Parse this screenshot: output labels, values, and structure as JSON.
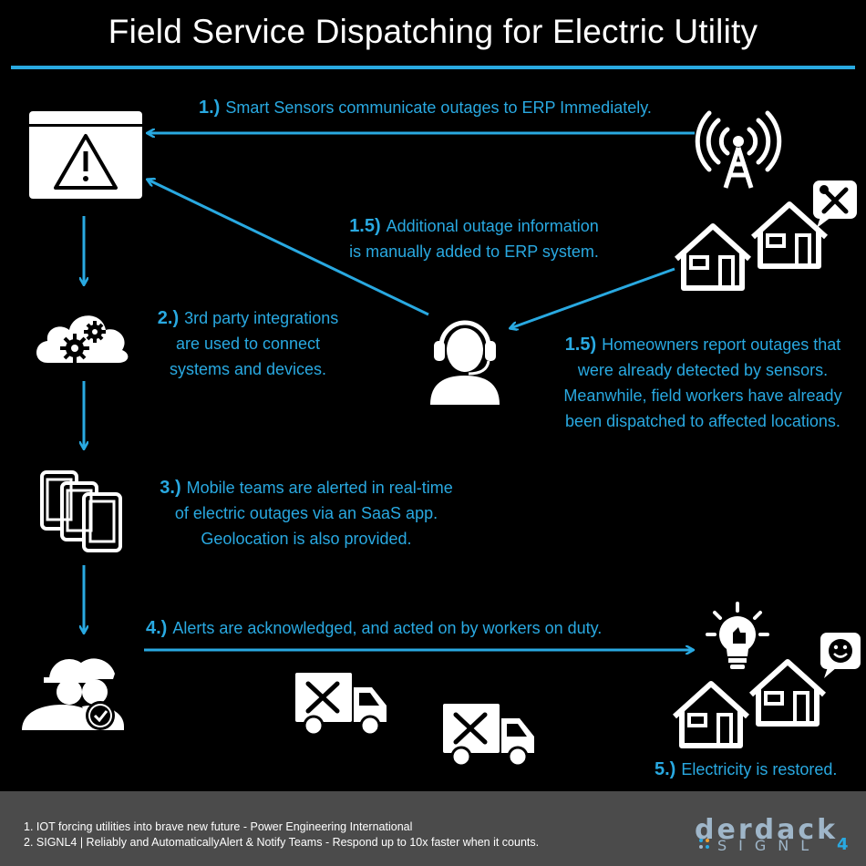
{
  "title": "Field Service Dispatching for Electric Utility",
  "steps": {
    "s1": {
      "num": "1.)",
      "line1": "Smart Sensors communicate outages to ERP Immediately."
    },
    "s15a": {
      "num": "1.5)",
      "line1": "Additional outage information",
      "line2": "is manually added to ERP system."
    },
    "s15b": {
      "num": "1.5)",
      "line1": "Homeowners report outages that",
      "line2": "were already detected by sensors.",
      "line3": "Meanwhile, field workers have already",
      "line4": "been dispatched to affected locations."
    },
    "s2": {
      "num": "2.)",
      "line1": "3rd party integrations",
      "line2": "are used to connect",
      "line3": "systems and devices."
    },
    "s3": {
      "num": "3.)",
      "line1": "Mobile teams are alerted in real-time",
      "line2": "of electric outages via an SaaS app.",
      "line3": "Geolocation is also provided."
    },
    "s4": {
      "num": "4.)",
      "line1": "Alerts are acknowledged, and acted on by workers on duty."
    },
    "s5": {
      "num": "5.)",
      "line1": "Electricity is restored."
    }
  },
  "footer": {
    "ref1": "1. IOT forcing utilities into brave new future - Power Engineering International",
    "ref2": "2. SIGNL4 | Reliably and AutomaticallyAlert & Notify Teams - Respond up to 10x faster when it counts.",
    "logo_top": "Derdack",
    "logo_bottom": "SIGNL",
    "logo_digit": "4"
  },
  "colors": {
    "accent": "#29a9e1",
    "background": "#000000",
    "footer": "#4b4b4b"
  },
  "icons": [
    "alert-window-icon",
    "radio-tower-icon",
    "houses-icon",
    "tools-bubble-icon",
    "cloud-gears-icon",
    "call-agent-icon",
    "mobile-devices-icon",
    "workers-check-icon",
    "service-truck-icon",
    "lightbulb-icon",
    "smiley-bubble-icon"
  ]
}
